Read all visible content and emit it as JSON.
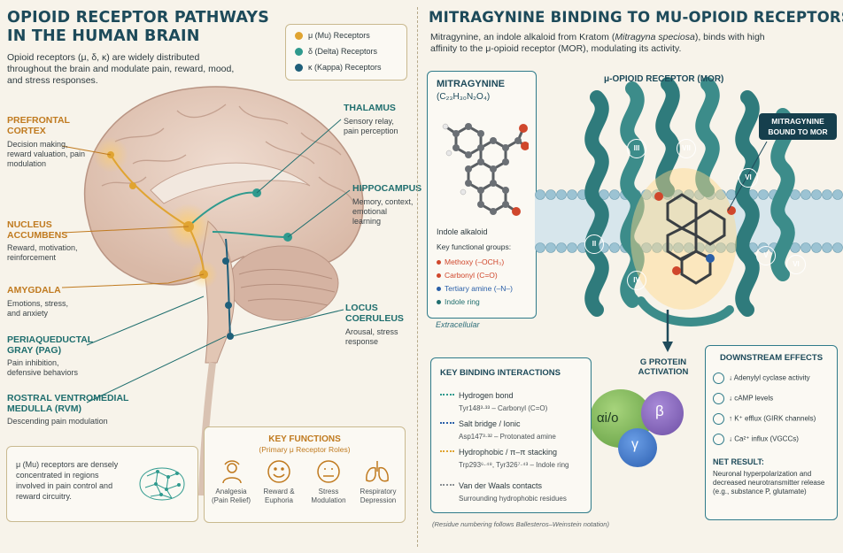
{
  "left": {
    "title_line1": "OPIOID RECEPTOR PATHWAYS",
    "title_line2": "IN THE HUMAN BRAIN",
    "intro": "Opioid receptors (μ, δ, κ) are widely distributed throughout the brain and modulate pain, reward, mood, and stress responses.",
    "legend": [
      {
        "label": "μ (Mu) Receptors",
        "color": "#e0a431"
      },
      {
        "label": "δ (Delta) Receptors",
        "color": "#2f9a8e"
      },
      {
        "label": "κ (Kappa) Receptors",
        "color": "#1f5f7a"
      }
    ],
    "regions": [
      {
        "name_l1": "PREFRONTAL",
        "name_l2": "CORTEX",
        "desc": "Decision making, reward valuation, pain modulation"
      },
      {
        "name_l1": "NUCLEUS",
        "name_l2": "ACCUMBENS",
        "desc": "Reward, motivation, reinforcement"
      },
      {
        "name_l1": "AMYGDALA",
        "name_l2": "",
        "desc": "Emotions, stress, and anxiety"
      },
      {
        "name_l1": "PERIAQUEDUCTAL",
        "name_l2": "GRAY (PAG)",
        "desc": "Pain inhibition, defensive behaviors"
      },
      {
        "name_l1": "ROSTRAL VENTROMEDIAL",
        "name_l2": "MEDULLA (RVM)",
        "desc": "Descending pain modulation"
      },
      {
        "name_l1": "THALAMUS",
        "name_l2": "",
        "desc": "Sensory relay, pain perception"
      },
      {
        "name_l1": "HIPPOCAMPUS",
        "name_l2": "",
        "desc": "Memory, context, emotional learning"
      },
      {
        "name_l1": "LOCUS",
        "name_l2": "COERULEUS",
        "desc": "Arousal, stress response"
      }
    ],
    "mu_note": "μ (Mu) receptors are densely concentrated in regions involved in pain control and reward circuitry.",
    "key_functions": {
      "title": "KEY FUNCTIONS",
      "subtitle": "(Primary μ Receptor Roles)",
      "items": [
        {
          "l1": "Analgesia",
          "l2": "(Pain Relief)"
        },
        {
          "l1": "Reward &",
          "l2": "Euphoria"
        },
        {
          "l1": "Stress",
          "l2": "Modulation"
        },
        {
          "l1": "Respiratory",
          "l2": "Depression"
        }
      ]
    }
  },
  "right": {
    "title": "MITRAGYNINE BINDING TO MU-OPIOID RECEPTORS",
    "intro_a": "Mitragynine, an indole alkaloid from Kratom (",
    "intro_italic": "Mitragyna speciosa",
    "intro_b": "), binds with high affinity to the μ-opioid receptor (MOR), modulating its activity.",
    "molecule": {
      "name": "MITRAGYNINE",
      "formula": "(C₂₃H₃₀N₂O₄)",
      "class": "Indole alkaloid",
      "groups_title": "Key functional groups:",
      "groups": [
        {
          "label": "Methoxy (–OCH₃)",
          "color": "#d0472c"
        },
        {
          "label": "Carbonyl (C=O)",
          "color": "#d0472c"
        },
        {
          "label": "Tertiary amine (–N–)",
          "color": "#2a5fa8"
        },
        {
          "label": "Indole ring",
          "color": "#1f6e6e"
        }
      ]
    },
    "extracellular": "Extracellular",
    "receptor_label": "μ-OPIOID RECEPTOR (MOR)",
    "bound_label_l1": "MITRAGYNINE",
    "bound_label_l2": "BOUND TO MOR",
    "helices": [
      "III",
      "VII",
      "II",
      "IV",
      "VI",
      "V",
      "VI"
    ],
    "gprotein_l1": "G PROTEIN",
    "gprotein_l2": "ACTIVATION",
    "subunits": {
      "alpha": "αi/o",
      "beta": "β",
      "gamma": "γ"
    },
    "binding": {
      "title": "KEY BINDING INTERACTIONS",
      "items": [
        {
          "name": "Hydrogen bond",
          "detail": "Tyr148³·³³ – Carbonyl (C=O)",
          "color": "#2f9a8e"
        },
        {
          "name": "Salt bridge / Ionic",
          "detail": "Asp147³·³² – Protonated amine",
          "color": "#2a5fa8"
        },
        {
          "name": "Hydrophobic / π–π stacking",
          "detail": "Trp293⁶·⁴⁸, Tyr326⁷·⁴³ – Indole ring",
          "color": "#e0a431"
        },
        {
          "name": "Van der Waals contacts",
          "detail": "Surrounding hydrophobic residues",
          "color": "#8a8f92"
        }
      ],
      "note": "(Residue numbering follows Ballesteros–Weinstein notation)"
    },
    "downstream": {
      "title": "DOWNSTREAM EFFECTS",
      "items": [
        "↓ Adenylyl cyclase activity",
        "↓ cAMP levels",
        "↑ K⁺ efflux (GIRK channels)",
        "↓ Ca²⁺ influx (VGCCs)"
      ],
      "net_title": "NET RESULT:",
      "net_text": "Neuronal hyperpolarization and decreased neurotransmitter release (e.g., substance P, glutamate)"
    }
  }
}
